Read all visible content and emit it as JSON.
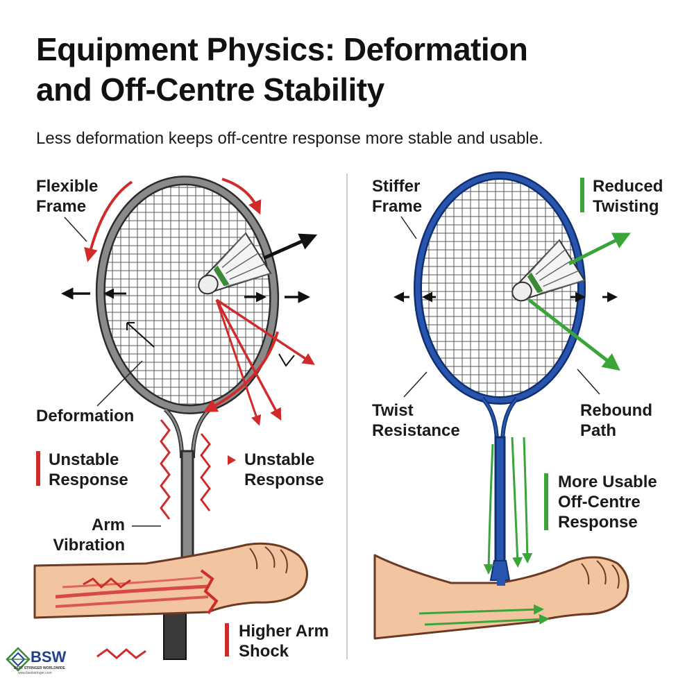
{
  "header": {
    "title_line1": "Equipment Physics: Deformation",
    "title_line2": "and Off-Centre Stability",
    "subtitle": "Less deformation keeps off-centre response more stable and usable."
  },
  "left_panel": {
    "flexible_frame_line1": "Flexible",
    "flexible_frame_line2": "Frame",
    "deformation": "Deformation",
    "unstable_response_a_line1": "Unstable",
    "unstable_response_a_line2": "Response",
    "unstable_response_b_line1": "Unstable",
    "unstable_response_b_line2": "Response",
    "arm_vibration_line1": "Arm",
    "arm_vibration_line2": "Vibration",
    "higher_arm_shock_line1": "Higher Arm",
    "higher_arm_shock_line2": "Shock"
  },
  "right_panel": {
    "stiffer_frame_line1": "Stiffer",
    "stiffer_frame_line2": "Frame",
    "reduced_twisting_line1": "Reduced",
    "reduced_twisting_line2": "Twisting",
    "twist_resistance_line1": "Twist",
    "twist_resistance_line2": "Resistance",
    "rebound_path_line1": "Rebound",
    "rebound_path_line2": "Path",
    "more_usable_line1": "More Usable",
    "more_usable_line2": "Off-Centre",
    "more_usable_line3": "Response"
  },
  "logo": {
    "mark": "BSW",
    "tagline": "BEST STRINGER WORLDWIDE",
    "url": "www.beststringer.com"
  },
  "colors": {
    "flexible_frame": "#7a7a7a",
    "stiff_frame": "#2855b0",
    "unstable_arrow": "#d02a2a",
    "stable_arrow": "#3aa63a",
    "skin": "#f2c4a0"
  }
}
